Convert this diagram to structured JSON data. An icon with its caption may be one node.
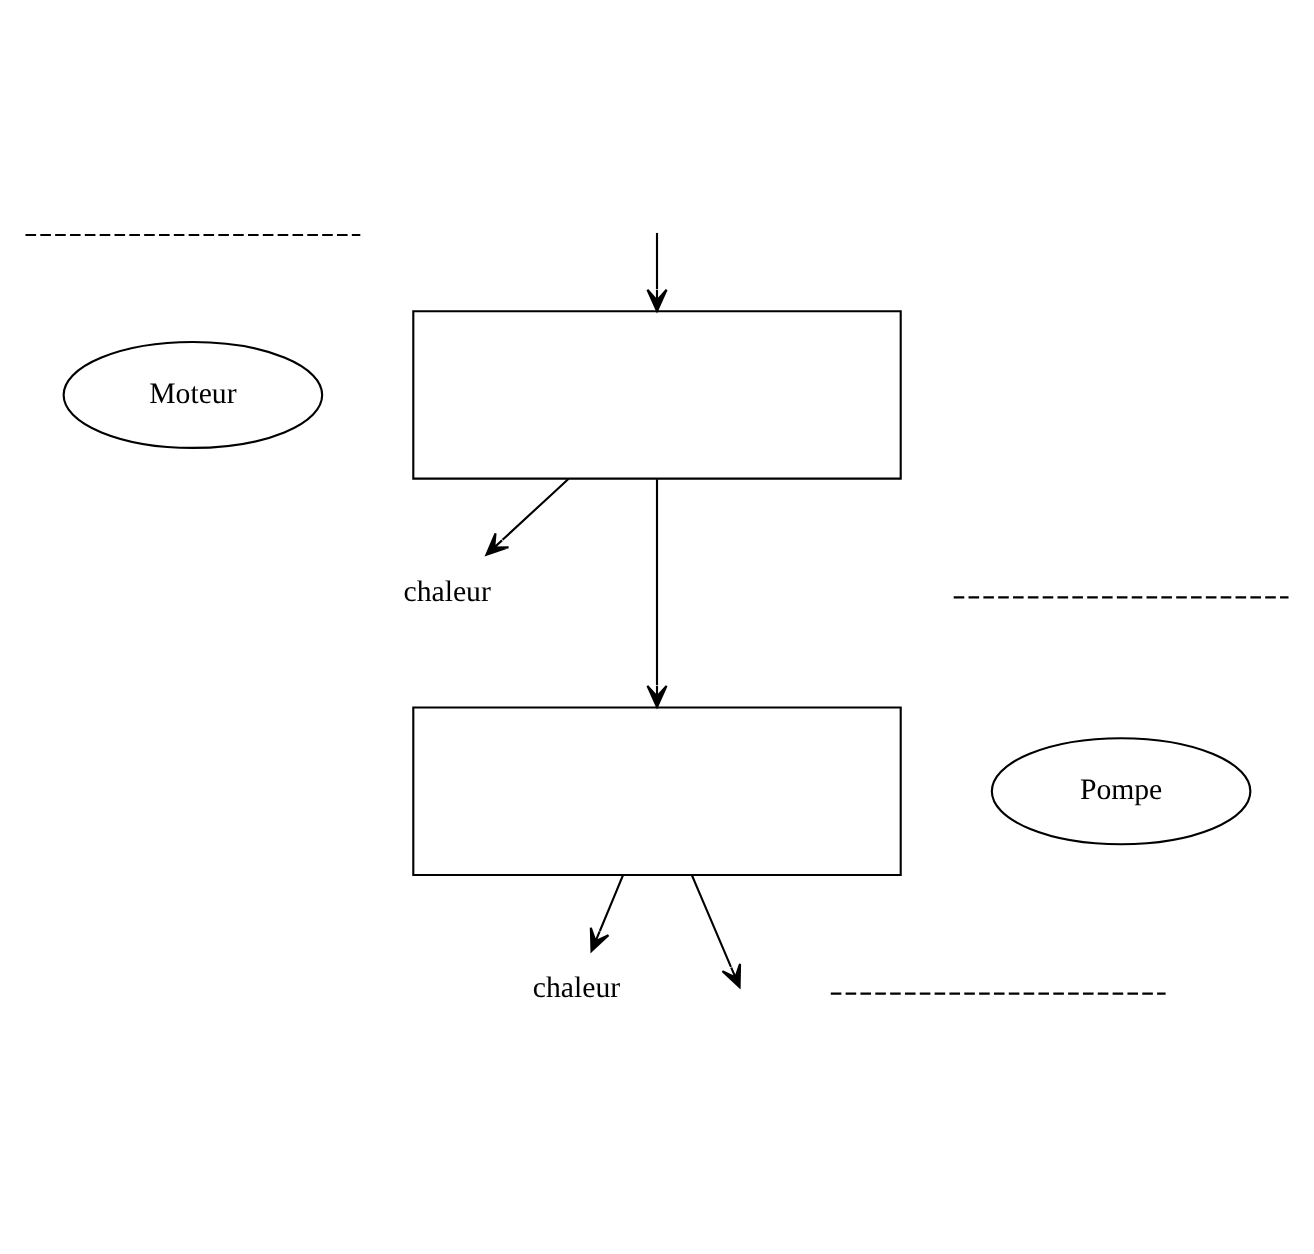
{
  "diagram": {
    "nodes": [
      {
        "text": [],
        "shape": "line"
      },
      {
        "text": [],
        "shape": "box"
      },
      {
        "text": [
          "Moteur"
        ]
      },
      {
        "text": [],
        "shape": "line"
      },
      {
        "text": [
          "chaleur"
        ]
      },
      {
        "text": [],
        "shape": "box"
      },
      {
        "text": [
          "Pompe"
        ]
      },
      {
        "text": [],
        "shape": "line"
      },
      {
        "text": [
          "chaleur"
        ]
      }
    ],
    "edges": [
      {
        "from": null,
        "to": 1,
        "arrow": "to"
      },
      {
        "from": 1,
        "to": 4,
        "arrow": "to"
      },
      {
        "from": 1,
        "to": 5,
        "arrow": "to"
      },
      {
        "from": 5,
        "to": 8,
        "arrow": "to"
      },
      {
        "from": 5,
        "to": null,
        "arrow": "to"
      }
    ]
  }
}
